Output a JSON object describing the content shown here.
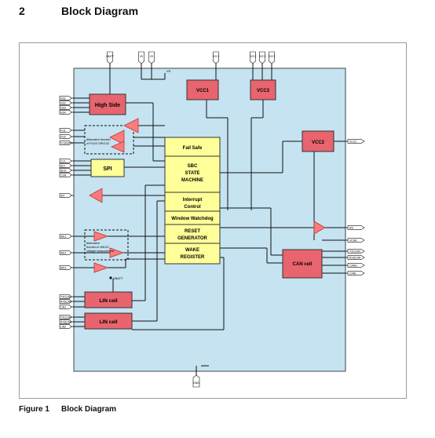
{
  "section": {
    "number": "2",
    "title": "Block Diagram"
  },
  "figure": {
    "label": "Figure 1",
    "title": "Block Diagram"
  },
  "colors": {
    "chip_fill": "#c5e3f1",
    "red_block": "#e8646e",
    "yellow_block": "#ffff99",
    "amp": "#ff7b7b",
    "wire": "#111111"
  },
  "blocks": {
    "high_side": "High Side",
    "spi": "SPI",
    "vcc1": "VCC1",
    "vcc2": "VCC2",
    "vcc3": "VCC3",
    "can": "CAN cell",
    "lin1": "LIN cell",
    "lin2": "LIN cell",
    "fail_safe": "Fail Safe",
    "sbc_line1": "SBC",
    "sbc_line2": "STATE",
    "sbc_line3": "MACHINE",
    "interrupt_line1": "Interrupt",
    "interrupt_line2": "Control",
    "watchdog": "Window Watchdog",
    "reset_line1": "RESET",
    "reset_line2": "GENERATOR",
    "wake_line1": "WAKE",
    "wake_line2": "REGISTER"
  },
  "notes": {
    "fo_line1": "Alternative function",
    "fo_line2": "of FO2/3 GPIO1/2",
    "wk_line1": "Alternative",
    "wk_line2": "function in WK1/2:",
    "wk_line3": "Voltage measurement"
  },
  "pins": {
    "left": [
      "HS1",
      "HS2",
      "HS3",
      "HS4",
      "FO1",
      "FO2",
      "FO3/GPIO",
      "CLK",
      "SDI",
      "SDO",
      "CSN",
      "INT",
      "WK1",
      "WK2",
      "WK3",
      "TXDLIN1",
      "RXDLIN1",
      "LIN1",
      "TXDLIN2",
      "RXDLIN2",
      "LIN2"
    ],
    "top": [
      "VBATT",
      "VS",
      "VS",
      "VCC1",
      "VCC2",
      "VCC3",
      "VCC3"
    ],
    "right": [
      "VCC2",
      "RO",
      "VCAN",
      "TXDCAN",
      "RXDCAN",
      "CANH",
      "CANL"
    ],
    "bottom": "GND",
    "vs_node": "VS",
    "wk_sense": "VBATT"
  }
}
